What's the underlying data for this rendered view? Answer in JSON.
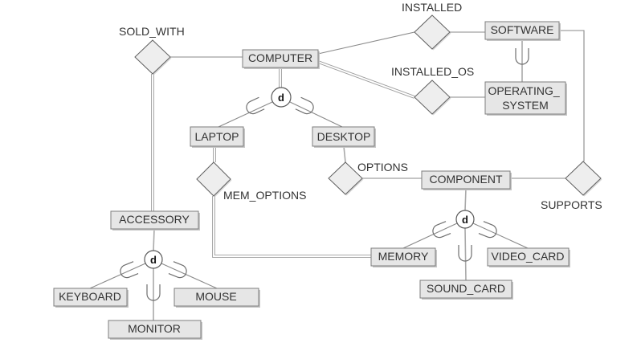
{
  "colors": {
    "background": "#ffffff",
    "entity_fill": "#e6e6e6",
    "entity_border": "#7d7d7d",
    "entity_shadow": "#c6c6c6",
    "diamond_fill": "#eeeeee",
    "diamond_border": "#606060",
    "line": "#8a8a8a",
    "line_light": "#a9a9a9",
    "double_line": "#9e9e9e",
    "subset_symbol": "#6f6f6f",
    "text": "#333333",
    "circle_fill": "#ffffff",
    "circle_border": "#5a5a5a"
  },
  "entities": [
    {
      "id": "computer",
      "label": "COMPUTER"
    },
    {
      "id": "software",
      "label": "SOFTWARE"
    },
    {
      "id": "operating-system",
      "label_line1": "OPERATING_",
      "label_line2": "SYSTEM"
    },
    {
      "id": "laptop",
      "label": "LAPTOP"
    },
    {
      "id": "desktop",
      "label": "DESKTOP"
    },
    {
      "id": "component",
      "label": "COMPONENT"
    },
    {
      "id": "accessory",
      "label": "ACCESSORY"
    },
    {
      "id": "memory",
      "label": "MEMORY"
    },
    {
      "id": "video-card",
      "label": "VIDEO_CARD"
    },
    {
      "id": "sound-card",
      "label": "SOUND_CARD"
    },
    {
      "id": "keyboard",
      "label": "KEYBOARD"
    },
    {
      "id": "mouse",
      "label": "MOUSE"
    },
    {
      "id": "monitor",
      "label": "MONITOR"
    }
  ],
  "relationships": [
    {
      "id": "sold-with",
      "label": "SOLD_WITH"
    },
    {
      "id": "installed",
      "label": "INSTALLED"
    },
    {
      "id": "installed-os",
      "label": "INSTALLED_OS"
    },
    {
      "id": "options",
      "label": "OPTIONS"
    },
    {
      "id": "supports",
      "label": "SUPPORTS"
    },
    {
      "id": "mem-options",
      "label": "MEM_OPTIONS"
    }
  ],
  "specializations": [
    {
      "id": "computer-specialization",
      "symbol": "d"
    },
    {
      "id": "component-specialization",
      "symbol": "d"
    },
    {
      "id": "accessory-specialization",
      "symbol": "d"
    }
  ]
}
